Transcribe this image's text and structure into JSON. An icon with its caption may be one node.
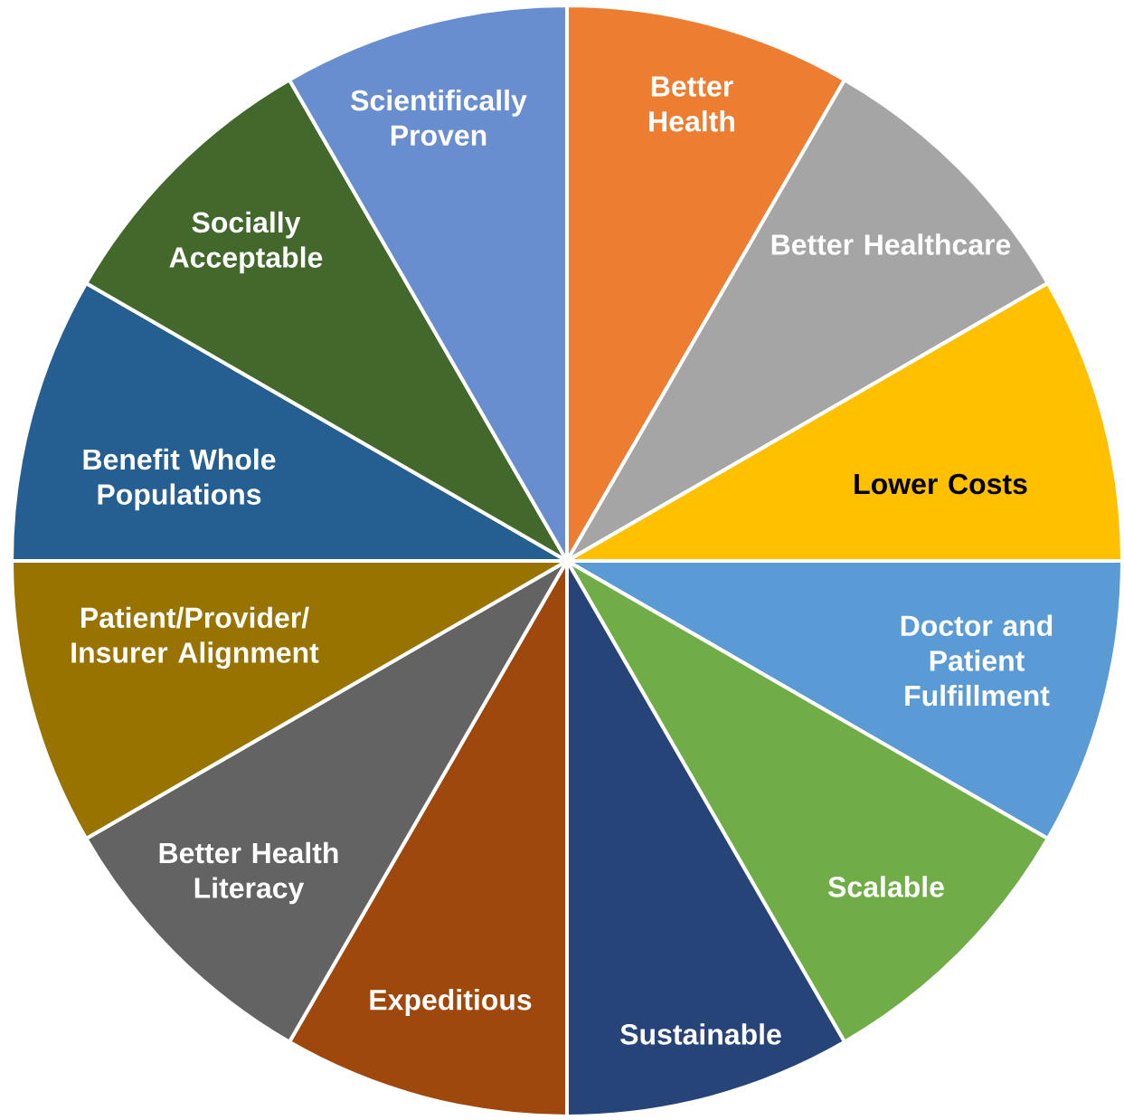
{
  "diagram": {
    "nodes": [
      {
        "text": [
          "Better Health"
        ]
      },
      {
        "text": [
          "Better Healthcare"
        ]
      },
      {
        "text": [
          "Lower Costs"
        ]
      },
      {
        "text": [
          "Doctor and Patient Fulfillment"
        ]
      },
      {
        "text": [
          "Scalable"
        ]
      },
      {
        "text": [
          "Sustainable"
        ]
      },
      {
        "text": [
          "Expeditious"
        ]
      },
      {
        "text": [
          "Better Health Literacy"
        ]
      },
      {
        "text": [
          "Patient/Provider/ Insurer Alignment"
        ]
      },
      {
        "text": [
          "Benefit Whole Populations"
        ]
      },
      {
        "text": [
          "Socially Acceptable"
        ]
      },
      {
        "text": [
          "Scientifically Proven"
        ]
      }
    ]
  }
}
